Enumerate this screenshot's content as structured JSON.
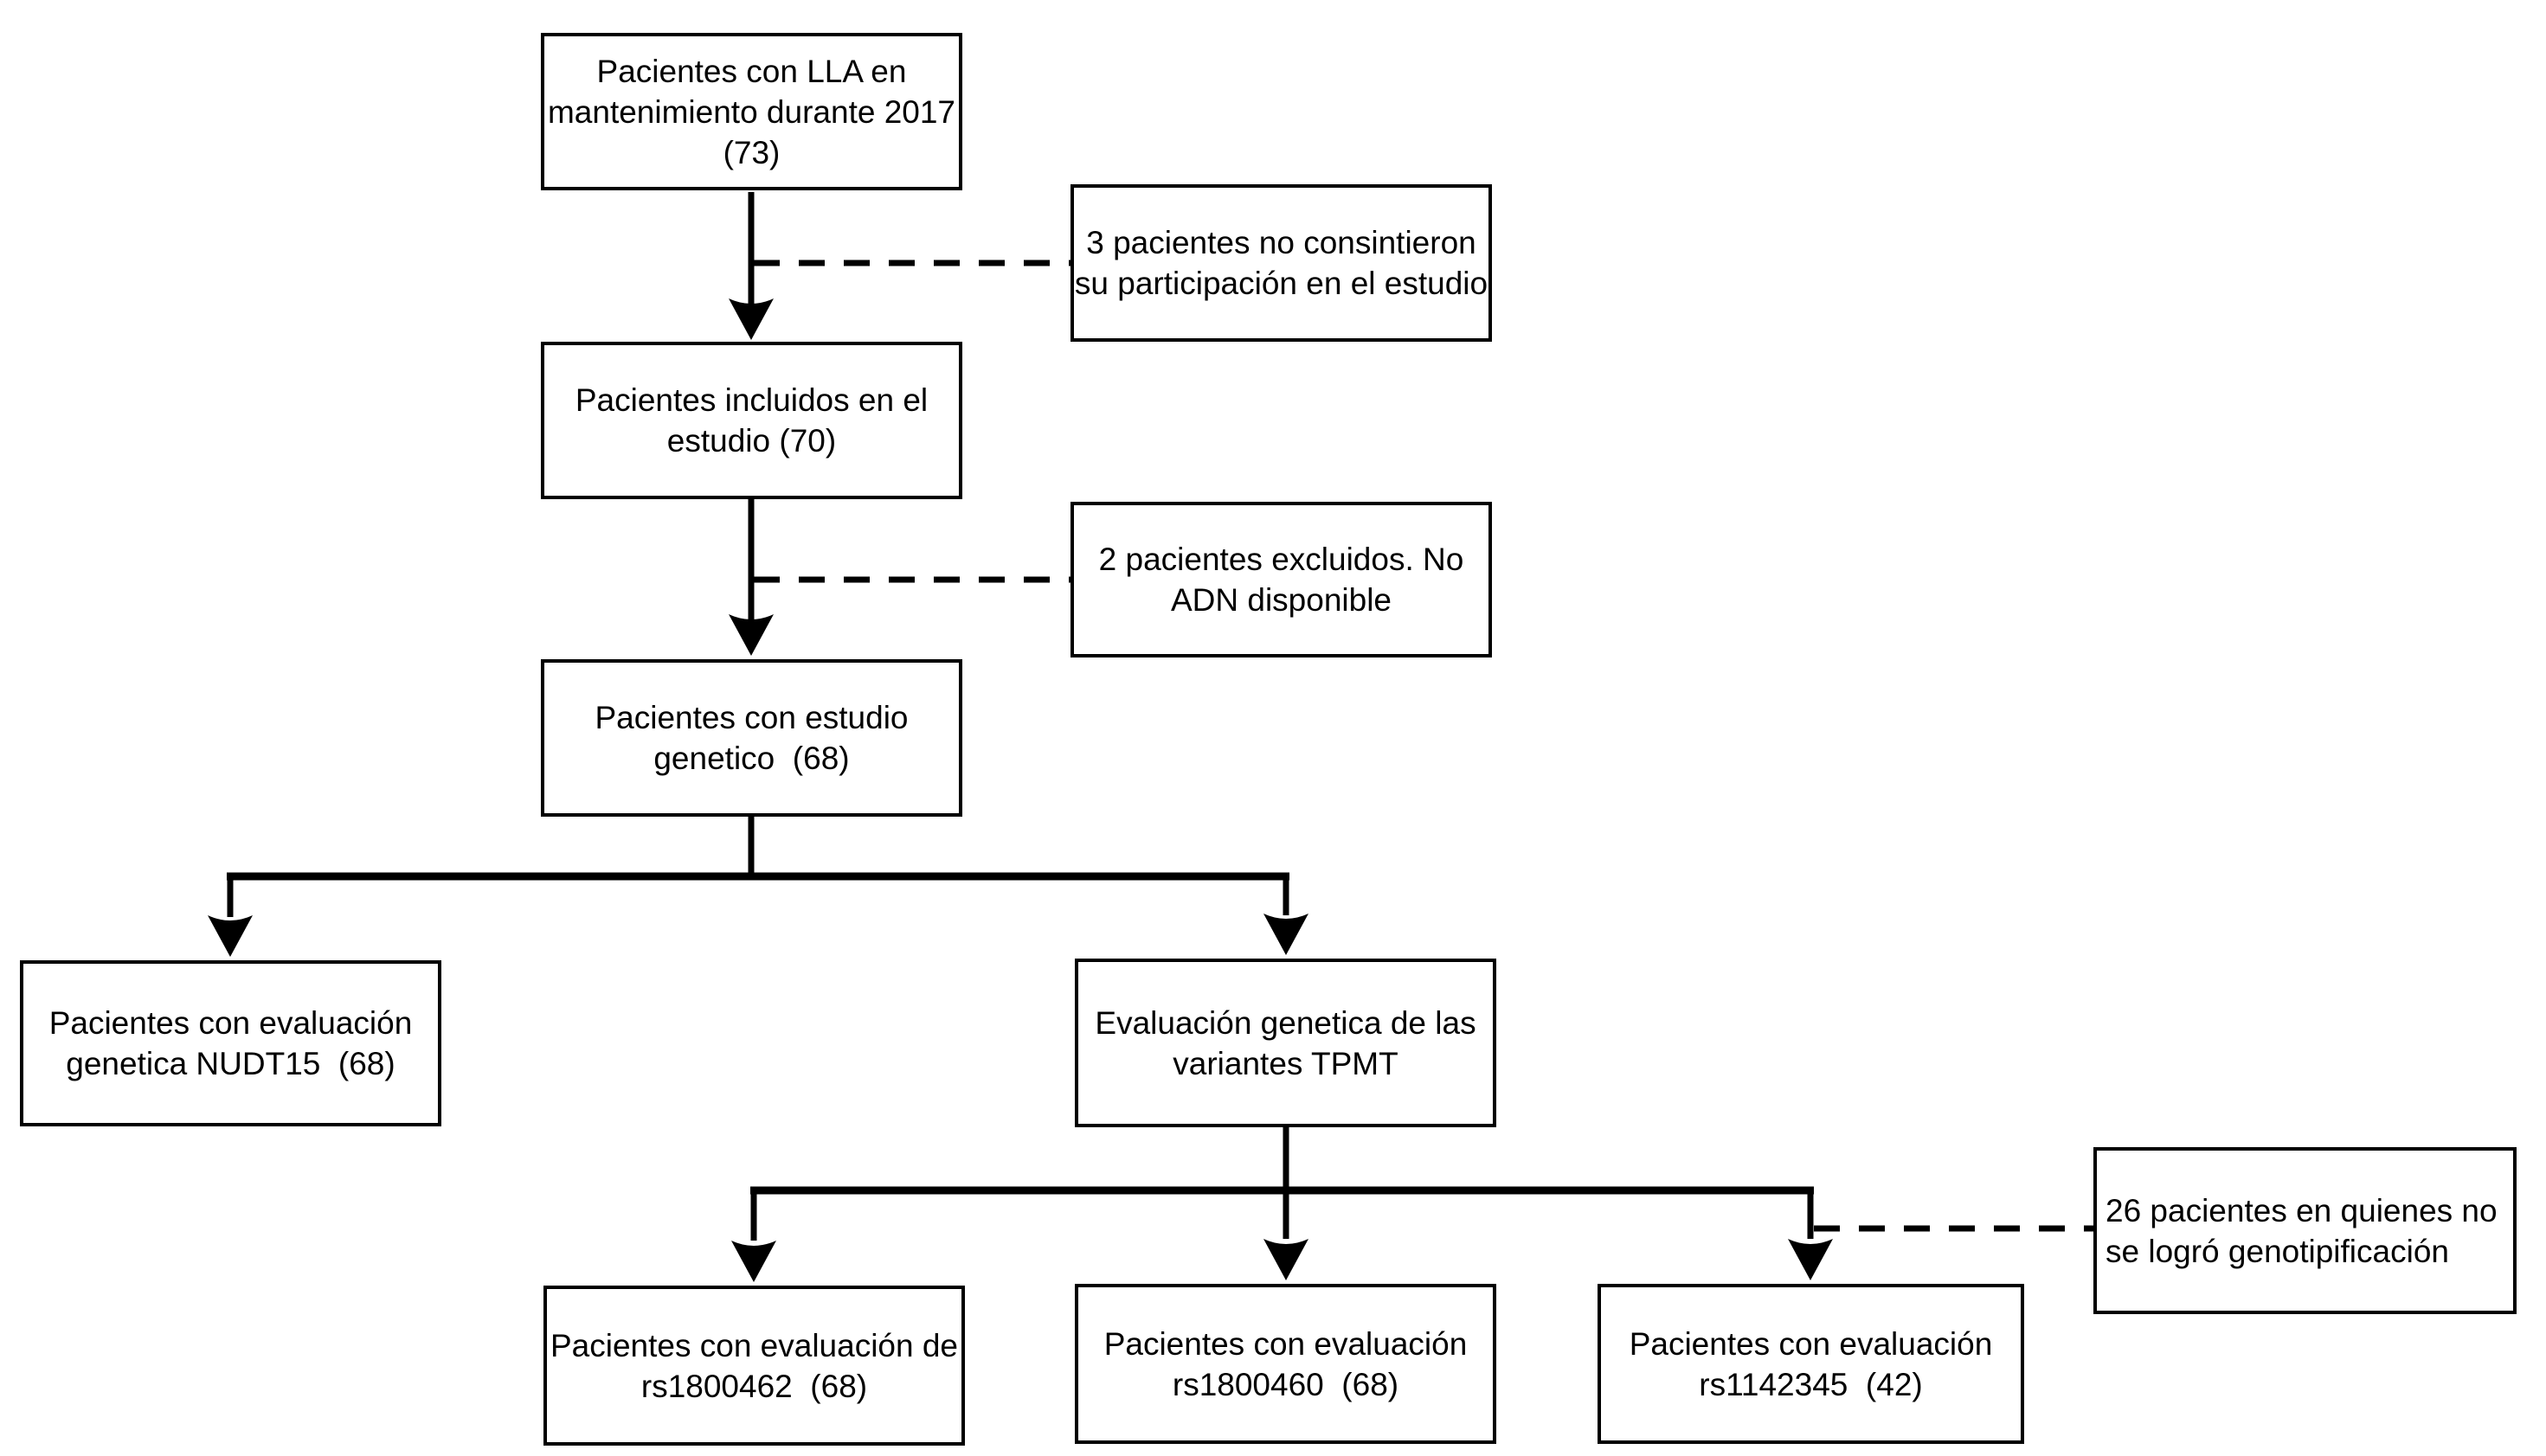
{
  "diagram": {
    "kind": "patient-flowchart",
    "language": "es",
    "colors": {
      "background": "#ffffff",
      "box_fill": "#ffffff",
      "box_border": "#000000",
      "line": "#000000",
      "text": "#000000"
    },
    "nodes": {
      "lla_mantenimiento": {
        "id": "lla-mantenimiento-2017",
        "label": "Pacientes con LLA en\nmantenimiento durante 2017\n(73)",
        "count": 73
      },
      "no_consintieron": {
        "id": "no-consintieron",
        "label": "3 pacientes no consintieron\nsu participación en el estudio",
        "count": 3
      },
      "incluidos": {
        "id": "incluidos-estudio",
        "label": "Pacientes incluidos en el\nestudio (70)",
        "count": 70
      },
      "excluidos_adn": {
        "id": "excluidos-no-adn",
        "label": "2 pacientes excluidos. No\nADN disponible",
        "count": 2
      },
      "estudio_genetico": {
        "id": "estudio-genetico",
        "label": "Pacientes con estudio\ngenetico  (68)",
        "count": 68
      },
      "nudt15": {
        "id": "evaluacion-nudt15",
        "label": "Pacientes con evaluación\ngenetica NUDT15  (68)",
        "count": 68
      },
      "tpmt": {
        "id": "evaluacion-tpmt",
        "label": "Evaluación genetica de las\nvariantes TPMT"
      },
      "rs1800462": {
        "id": "rs1800462",
        "label": "Pacientes con evaluación de\nrs1800462  (68)",
        "count": 68
      },
      "rs1800460": {
        "id": "rs1800460",
        "label": "Pacientes con evaluación\nrs1800460  (68)",
        "count": 68
      },
      "rs1142345": {
        "id": "rs1142345",
        "label": "Pacientes con evaluación\nrs1142345  (42)",
        "count": 42
      },
      "sin_genotipificacion": {
        "id": "sin-genotipificacion",
        "label": "26 pacientes en quienes no\nse logró genotipificación",
        "count": 26
      }
    },
    "edges": [
      {
        "from": "lla-mantenimiento-2017",
        "to": "incluidos-estudio",
        "style": "solid",
        "arrow": true
      },
      {
        "from": "lla-mantenimiento-2017 -> incluidos-estudio",
        "to": "no-consintieron",
        "style": "dashed",
        "arrow": false
      },
      {
        "from": "incluidos-estudio",
        "to": "estudio-genetico",
        "style": "solid",
        "arrow": true
      },
      {
        "from": "incluidos-estudio -> estudio-genetico",
        "to": "excluidos-no-adn",
        "style": "dashed",
        "arrow": false
      },
      {
        "from": "estudio-genetico",
        "to": "evaluacion-nudt15",
        "style": "solid",
        "arrow": true
      },
      {
        "from": "estudio-genetico",
        "to": "evaluacion-tpmt",
        "style": "solid",
        "arrow": true
      },
      {
        "from": "evaluacion-tpmt",
        "to": "rs1800462",
        "style": "solid",
        "arrow": true
      },
      {
        "from": "evaluacion-tpmt",
        "to": "rs1800460",
        "style": "solid",
        "arrow": true
      },
      {
        "from": "evaluacion-tpmt",
        "to": "rs1142345",
        "style": "solid",
        "arrow": true
      },
      {
        "from": "evaluacion-tpmt -> rs1142345",
        "to": "sin-genotipificacion",
        "style": "dashed",
        "arrow": false
      }
    ]
  }
}
